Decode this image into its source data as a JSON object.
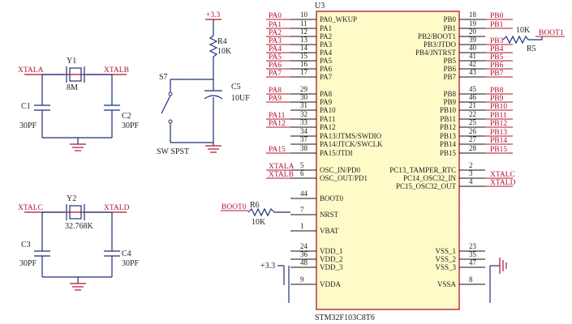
{
  "chip": {
    "ref": "U3",
    "part": "STM32F103C8T6",
    "left_pins": [
      {
        "no": "10",
        "name": "PA0_WKUP",
        "net": "PA0"
      },
      {
        "no": "11",
        "name": "PA1",
        "net": "PA1"
      },
      {
        "no": "12",
        "name": "PA2",
        "net": "PA2"
      },
      {
        "no": "13",
        "name": "PA3",
        "net": "PA3"
      },
      {
        "no": "14",
        "name": "PA4",
        "net": "PA4"
      },
      {
        "no": "15",
        "name": "PA5",
        "net": "PA5"
      },
      {
        "no": "16",
        "name": "PA6",
        "net": "PA6"
      },
      {
        "no": "17",
        "name": "PA7",
        "net": "PA7"
      },
      {
        "no": "29",
        "name": "PA8",
        "net": "PA8"
      },
      {
        "no": "30",
        "name": "PA9",
        "net": "PA9"
      },
      {
        "no": "31",
        "name": "PA10",
        "net": ""
      },
      {
        "no": "32",
        "name": "PA11",
        "net": "PA11"
      },
      {
        "no": "33",
        "name": "PA12",
        "net": "PA12"
      },
      {
        "no": "34",
        "name": "PA13/JTMS/SWDIO",
        "net": ""
      },
      {
        "no": "37",
        "name": "PA14/JTCK/SWCLK",
        "net": ""
      },
      {
        "no": "38",
        "name": "PA15/JTDI",
        "net": "PA15"
      },
      {
        "no": "5",
        "name": "OSC_IN/PD0",
        "net": "XTALA"
      },
      {
        "no": "6",
        "name": "OSC_OUT/PD1",
        "net": "XTALB"
      },
      {
        "no": "44",
        "name": "BOOT0",
        "net": ""
      },
      {
        "no": "7",
        "name": "NRST",
        "net": ""
      },
      {
        "no": "1",
        "name": "VBAT",
        "net": ""
      },
      {
        "no": "24",
        "name": "VDD_1",
        "net": ""
      },
      {
        "no": "36",
        "name": "VDD_2",
        "net": ""
      },
      {
        "no": "48",
        "name": "VDD_3",
        "net": ""
      },
      {
        "no": "9",
        "name": "VDDA",
        "net": ""
      }
    ],
    "right_pins": [
      {
        "no": "18",
        "name": "PB0",
        "net": "PB0"
      },
      {
        "no": "19",
        "name": "PB1",
        "net": "PB1"
      },
      {
        "no": "20",
        "name": "PB2/BOOT1",
        "net": ""
      },
      {
        "no": "39",
        "name": "PB3/JTDO",
        "net": "PB3"
      },
      {
        "no": "40",
        "name": "PB4/JNTRST",
        "net": "PB4"
      },
      {
        "no": "41",
        "name": "PB5",
        "net": "PB5"
      },
      {
        "no": "42",
        "name": "PB6",
        "net": "PB6"
      },
      {
        "no": "43",
        "name": "PB7",
        "net": "PB7"
      },
      {
        "no": "45",
        "name": "PB8",
        "net": "PB8"
      },
      {
        "no": "46",
        "name": "PB9",
        "net": "PB9"
      },
      {
        "no": "21",
        "name": "PB10",
        "net": "PB10"
      },
      {
        "no": "22",
        "name": "PB11",
        "net": "PB11"
      },
      {
        "no": "25",
        "name": "PB12",
        "net": "PB12"
      },
      {
        "no": "26",
        "name": "PB13",
        "net": "PB13"
      },
      {
        "no": "27",
        "name": "PB14",
        "net": "PB14"
      },
      {
        "no": "28",
        "name": "PB15",
        "net": "PB15"
      },
      {
        "no": "2",
        "name": "PC13_TAMPER_RTC",
        "net": ""
      },
      {
        "no": "3",
        "name": "PC14_OSC32_IN",
        "net": "XTALC"
      },
      {
        "no": "4",
        "name": "PC15_OSC32_OUT",
        "net": "XTALD"
      },
      {
        "no": "23",
        "name": "VSS_1",
        "net": ""
      },
      {
        "no": "35",
        "name": "VSS_2",
        "net": ""
      },
      {
        "no": "47",
        "name": "VSS_3",
        "net": ""
      },
      {
        "no": "8",
        "name": "VSSA",
        "net": ""
      }
    ]
  },
  "crystal1": {
    "ref": "Y1",
    "value": "8M",
    "net_a": "XTALA",
    "net_b": "XTALB",
    "c1_ref": "C1",
    "c1_value": "30PF",
    "c2_ref": "C2",
    "c2_value": "30PF"
  },
  "crystal2": {
    "ref": "Y2",
    "value": "32.768K",
    "net_a": "XTALC",
    "net_b": "XTALD",
    "c1_ref": "C3",
    "c1_value": "30PF",
    "c2_ref": "C4",
    "c2_value": "30PF"
  },
  "reset": {
    "supply": "+3.3",
    "r_ref": "R4",
    "r_value": "10K",
    "c_ref": "C5",
    "c_value": "10UF",
    "sw_ref": "S7",
    "sw_type": "SW SPST"
  },
  "boot1_net": {
    "r_ref": "R5",
    "r_value": "10K",
    "net": "BOOT1"
  },
  "boot0_net": {
    "r_ref": "R6",
    "r_value": "10K",
    "net": "BOOT0"
  },
  "power": {
    "supply": "+3.3"
  }
}
